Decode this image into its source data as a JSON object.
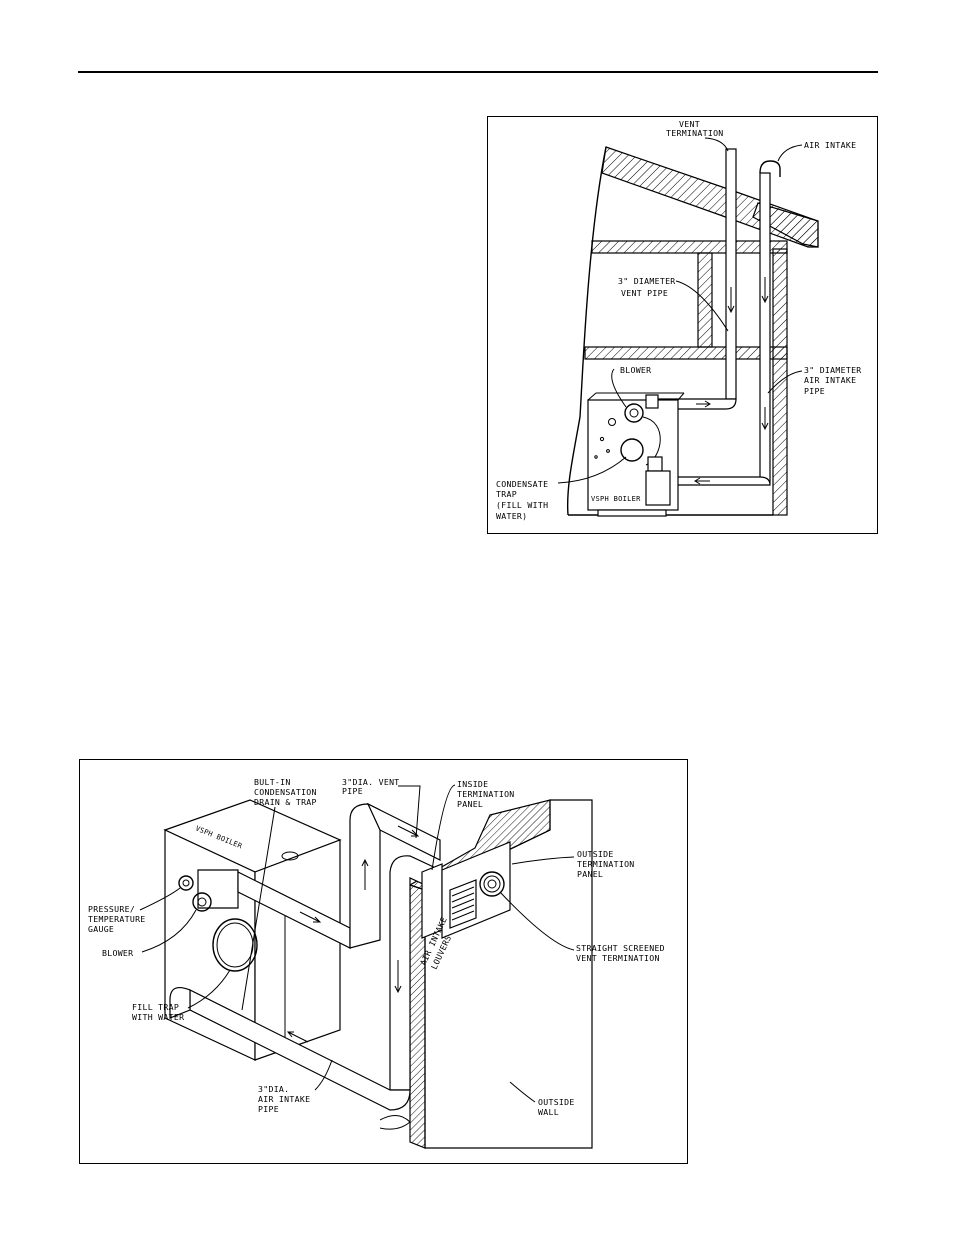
{
  "figure1": {
    "labels": {
      "vent_termination_1": "VENT",
      "vent_termination_2": "TERMINATION",
      "air_intake": "AIR INTAKE",
      "vent_pipe_1": "3\" DIAMETER",
      "vent_pipe_2": "VENT PIPE",
      "blower": "BLOWER",
      "air_intake_pipe_1": "3\" DIAMETER",
      "air_intake_pipe_2": "AIR INTAKE",
      "air_intake_pipe_3": "PIPE",
      "condensate_1": "CONDENSATE",
      "condensate_2": "TRAP",
      "condensate_3": "(FILL WITH",
      "condensate_4": "WATER)",
      "boiler": "VSPH BOILER"
    }
  },
  "figure2": {
    "labels": {
      "drain_1": "BULT-IN",
      "drain_2": "CONDENSATION",
      "drain_3": "DRAIN & TRAP",
      "vent_pipe_1": "3\"DIA. VENT",
      "vent_pipe_2": "PIPE",
      "inside_panel_1": "INSIDE",
      "inside_panel_2": "TERMINATION",
      "inside_panel_3": "PANEL",
      "outside_panel_1": "OUTSIDE",
      "outside_panel_2": "TERMINATION",
      "outside_panel_3": "PANEL",
      "gauge_1": "PRESSURE/",
      "gauge_2": "TEMPERATURE",
      "gauge_3": "GAUGE",
      "blower": "BLOWER",
      "louvers_1": "AIR INTAKE",
      "louvers_2": "LOUVERS",
      "straight_1": "STRAIGHT SCREENED",
      "straight_2": "VENT TERMINATION",
      "fill_1": "FILL TRAP",
      "fill_2": "WITH WATER",
      "intake_pipe_1": "3\"DIA.",
      "intake_pipe_2": "AIR INTAKE",
      "intake_pipe_3": "PIPE",
      "outside_wall_1": "OUTSIDE",
      "outside_wall_2": "WALL",
      "boiler": "VSPH BOILER"
    }
  }
}
